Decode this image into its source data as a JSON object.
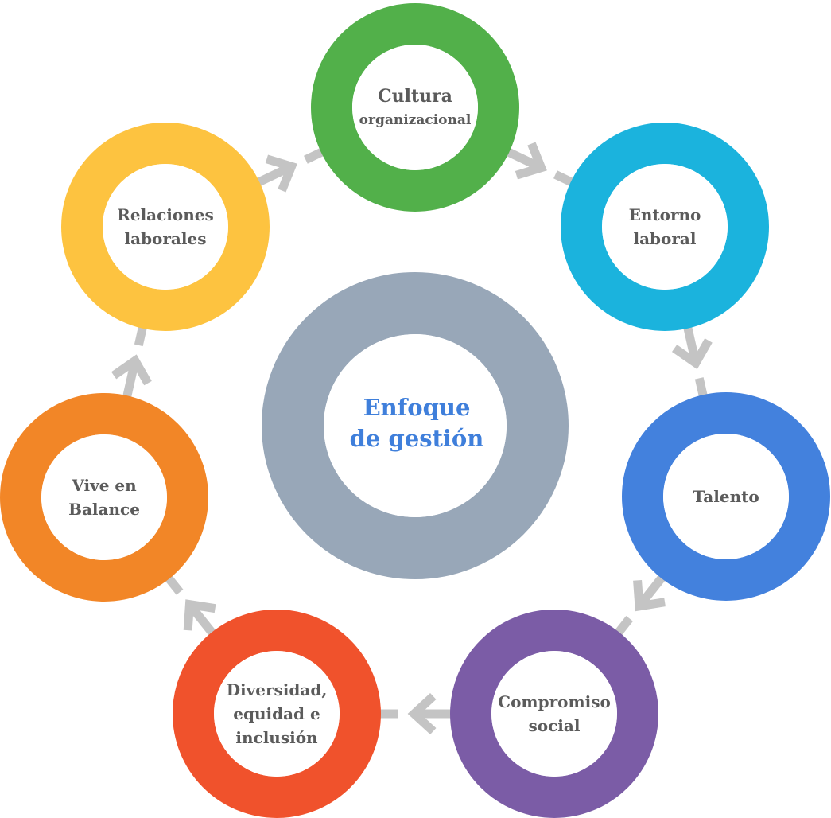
{
  "diagram": {
    "type": "cycle",
    "center": {
      "lines": [
        "Enfoque",
        "de gestión"
      ],
      "ring_color": "#98a7b8",
      "text_color": "#3f7fdb"
    },
    "arrow_color": "#c4c4c4",
    "text_color": "#5b5b5b",
    "nodes": [
      {
        "id": "cultura",
        "lines": [
          "Cultura",
          "organizacional"
        ],
        "color": "#52b04a"
      },
      {
        "id": "entorno",
        "lines": [
          "Entorno",
          "laboral"
        ],
        "color": "#1bb3dd"
      },
      {
        "id": "talento",
        "lines": [
          "Talento"
        ],
        "color": "#4381dd"
      },
      {
        "id": "compromiso",
        "lines": [
          "Compromiso",
          "social"
        ],
        "color": "#7b5ca6"
      },
      {
        "id": "diversidad",
        "lines": [
          "Diversidad,",
          "equidad  e",
          "inclusión"
        ],
        "color": "#f0522c"
      },
      {
        "id": "vive",
        "lines": [
          "Vive en",
          "Balance"
        ],
        "color": "#f28627"
      },
      {
        "id": "relaciones",
        "lines": [
          "Relaciones",
          "laborales"
        ],
        "color": "#fdc340"
      }
    ],
    "flow": "clockwise"
  }
}
